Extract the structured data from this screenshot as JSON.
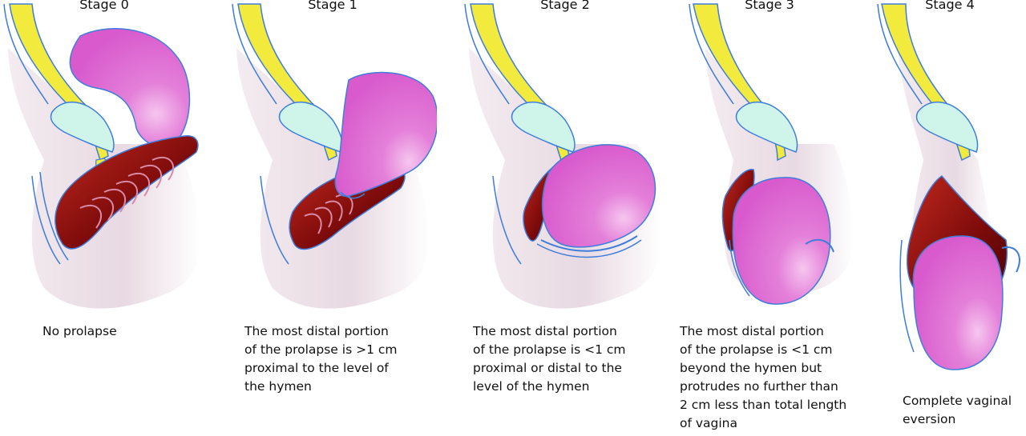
{
  "colors": {
    "bladder": "#d95fd0",
    "bladder_highlight": "#f6c6ef",
    "outline": "#3f7ddb",
    "bone": "#f2ea3c",
    "bladder_fill": "#cff5ea",
    "vagina_dark": "#7a0a0a",
    "vagina_mid": "#c1281e",
    "vaginal_wall": "#d88aa6",
    "skin": "#eadde5"
  },
  "stages": [
    {
      "title": "Stage 0",
      "caption": "No prolapse",
      "icon": "pelvic-floor-illustration"
    },
    {
      "title": "Stage 1",
      "caption": "The most distal portion\nof the prolapse is >1 cm\nproximal to the level of\nthe hymen",
      "icon": "pelvic-floor-illustration"
    },
    {
      "title": "Stage 2",
      "caption": " The most distal portion\nof the prolapse is <1 cm\nproximal or distal to the\nlevel of the hymen",
      "icon": "pelvic-floor-illustration"
    },
    {
      "title": "Stage 3",
      "caption": "The most distal portion\nof the prolapse is <1 cm\nbeyond the hymen but\nprotrudes no further than\n2 cm less than total length\nof vagina",
      "icon": "pelvic-floor-illustration"
    },
    {
      "title": "Stage 4",
      "caption": "Complete vaginal\neversion",
      "icon": "pelvic-floor-illustration"
    }
  ]
}
